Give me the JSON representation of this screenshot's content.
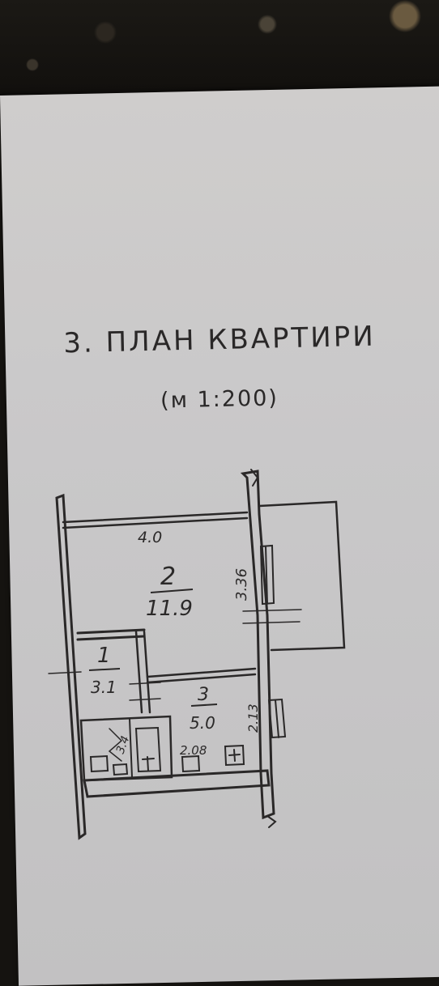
{
  "document": {
    "title": "3. ПЛАН КВАРТИРИ",
    "scale": "(м 1:200)"
  },
  "plan": {
    "rooms": [
      {
        "number": "2",
        "area": "11.9"
      },
      {
        "number": "1",
        "area": "3.1"
      },
      {
        "number": "3",
        "area": "5.0"
      }
    ],
    "dimensions": {
      "top_width": "4.0",
      "room2_depth": "3.36",
      "room3_depth": "2.13",
      "bath_width": "2.08",
      "corridor_width": "3.4"
    }
  }
}
